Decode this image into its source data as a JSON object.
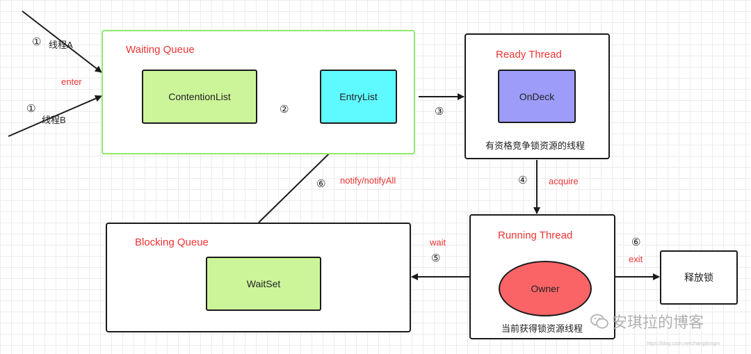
{
  "containers": {
    "waiting_queue": "Waiting Queue",
    "ready_thread": "Ready Thread",
    "blocking_queue": "Blocking Queue",
    "running_thread": "Running Thread"
  },
  "nodes": {
    "contention_list": "ContentionList",
    "entry_list": "EntryList",
    "on_deck": "OnDeck",
    "wait_set": "WaitSet",
    "owner": "Owner",
    "release_lock": "释放锁"
  },
  "captions": {
    "ready_caption": "有资格竞争锁资源的线程",
    "running_caption": "当前获得锁资源线程"
  },
  "edges": {
    "thread_a": "线程A",
    "thread_b": "线程B",
    "enter": "enter",
    "notify": "notify/notifyAll",
    "acquire": "acquire",
    "wait": "wait",
    "exit": "exit"
  },
  "steps": {
    "s1a": "①",
    "s1b": "①",
    "s2": "②",
    "s3": "③",
    "s4": "④",
    "s5": "⑤",
    "s6a": "⑥",
    "s6b": "⑥"
  },
  "watermark": {
    "text": "安琪拉的博客",
    "sub": "https://blog.csdn.net/zhangdongm"
  }
}
